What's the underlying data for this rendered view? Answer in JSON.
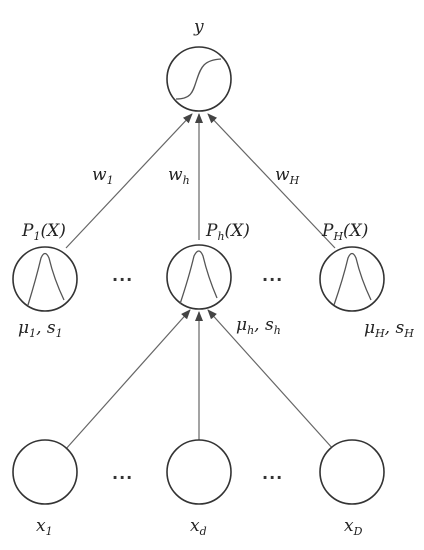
{
  "output": {
    "label": "y"
  },
  "weights": [
    {
      "name": "w",
      "sub": "1"
    },
    {
      "name": "w",
      "sub": "h"
    },
    {
      "name": "w",
      "sub": "H"
    }
  ],
  "hidden": [
    {
      "label": "P",
      "sub": "1",
      "arg": "(X)",
      "param_mu": "μ",
      "param_mu_sub": "1",
      "param_sep": ", ",
      "param_s": "s",
      "param_s_sub": "1"
    },
    {
      "label": "P",
      "sub": "h",
      "arg": "(X)",
      "param_mu": "μ",
      "param_mu_sub": "h",
      "param_sep": ", ",
      "param_s": "s",
      "param_s_sub": "h"
    },
    {
      "label": "P",
      "sub": "H",
      "arg": "(X)",
      "param_mu": "μ",
      "param_mu_sub": "H",
      "param_sep": ", ",
      "param_s": "s",
      "param_s_sub": "H"
    }
  ],
  "inputs": [
    {
      "name": "x",
      "sub": "1"
    },
    {
      "name": "x",
      "sub": "d"
    },
    {
      "name": "x",
      "sub": "D"
    }
  ],
  "ellipsis": "···"
}
